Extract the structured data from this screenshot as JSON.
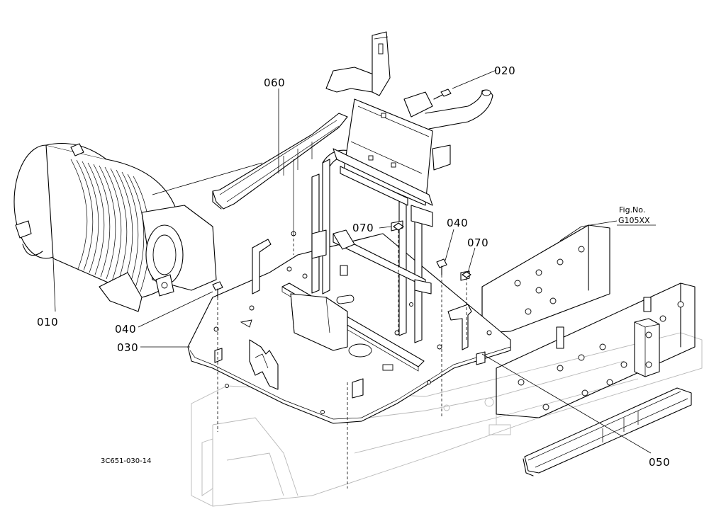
{
  "drawing_code": "3C651-030-14",
  "figure_reference": {
    "line1": "Fig.No.",
    "line2": "G105XX"
  },
  "callouts": {
    "c010": "010",
    "c020": "020",
    "c030": "030",
    "c040_left": "040",
    "c040_right": "040",
    "c050": "050",
    "c060": "060",
    "c070_left": "070",
    "c070_right": "070"
  }
}
